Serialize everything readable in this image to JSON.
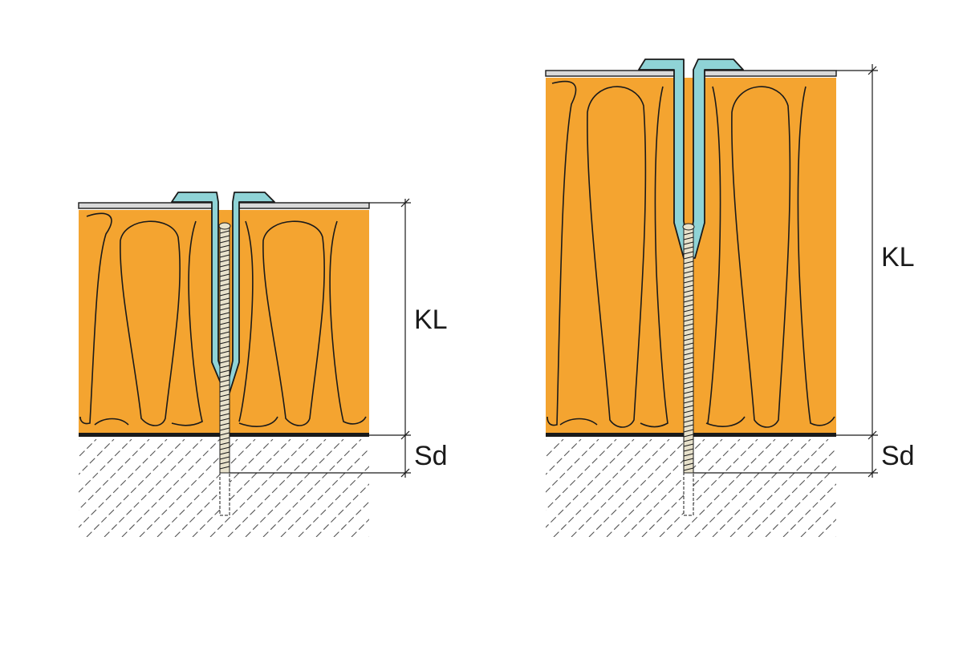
{
  "colors": {
    "insulation": "#f4a430",
    "clip": "#8fd3d6",
    "sheet": "#d9d9d9",
    "line": "#1a1a1a"
  },
  "left_assembly": {
    "label_kl": "KL",
    "label_sd": "Sd"
  },
  "right_assembly": {
    "label_kl": "KL",
    "label_sd": "Sd"
  }
}
